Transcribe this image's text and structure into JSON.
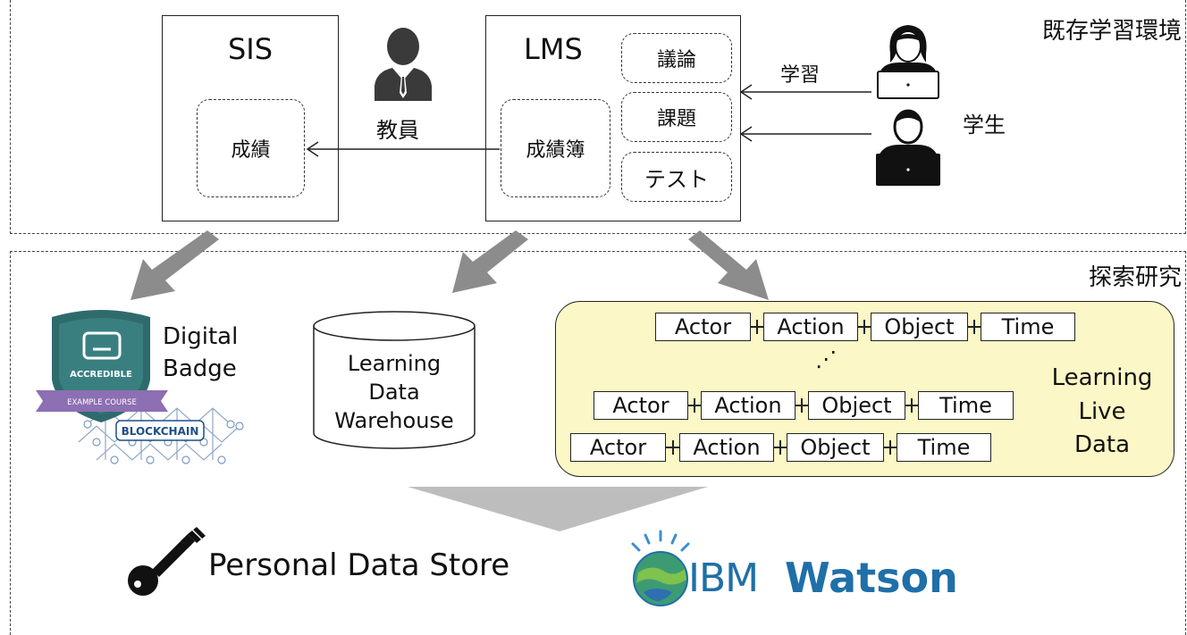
{
  "regions": {
    "existing": "既存学習環境",
    "research": "探索研究"
  },
  "sis": {
    "title": "SIS",
    "grades": "成績"
  },
  "teacher": {
    "label": "教員"
  },
  "lms": {
    "title": "LMS",
    "gradebook": "成績簿",
    "modules": [
      "議論",
      "課題",
      "テスト"
    ]
  },
  "students": {
    "learning_label": "学習",
    "student_label": "学生"
  },
  "badge": {
    "title_line1": "Digital",
    "title_line2": "Badge",
    "shield_text": "ACCREDIBLE",
    "ribbon_text": "EXAMPLE COURSE",
    "chain_text": "BLOCKCHAIN"
  },
  "warehouse": {
    "line1": "Learning",
    "line2": "Data",
    "line3": "Warehouse"
  },
  "live_data": {
    "label_line1": "Learning",
    "label_line2": "Live",
    "label_line3": "Data",
    "ellipsis": "⋰",
    "records": [
      [
        "Actor",
        "Action",
        "Object",
        "Time"
      ],
      [
        "Actor",
        "Action",
        "Object",
        "Time"
      ],
      [
        "Actor",
        "Action",
        "Object",
        "Time"
      ]
    ]
  },
  "pds": {
    "label": "Personal Data Store"
  },
  "watson": {
    "ibm": "IBM",
    "watson": "Watson"
  },
  "colors": {
    "arrow_gray": "#8c8c8c",
    "funnel_gray": "#bdbdbd",
    "live_data_fill": "#fbf7c6",
    "badge_teal": "#2f6b6d",
    "badge_purple": "#8d6fb3",
    "watson_blue": "#1f6fa8"
  }
}
